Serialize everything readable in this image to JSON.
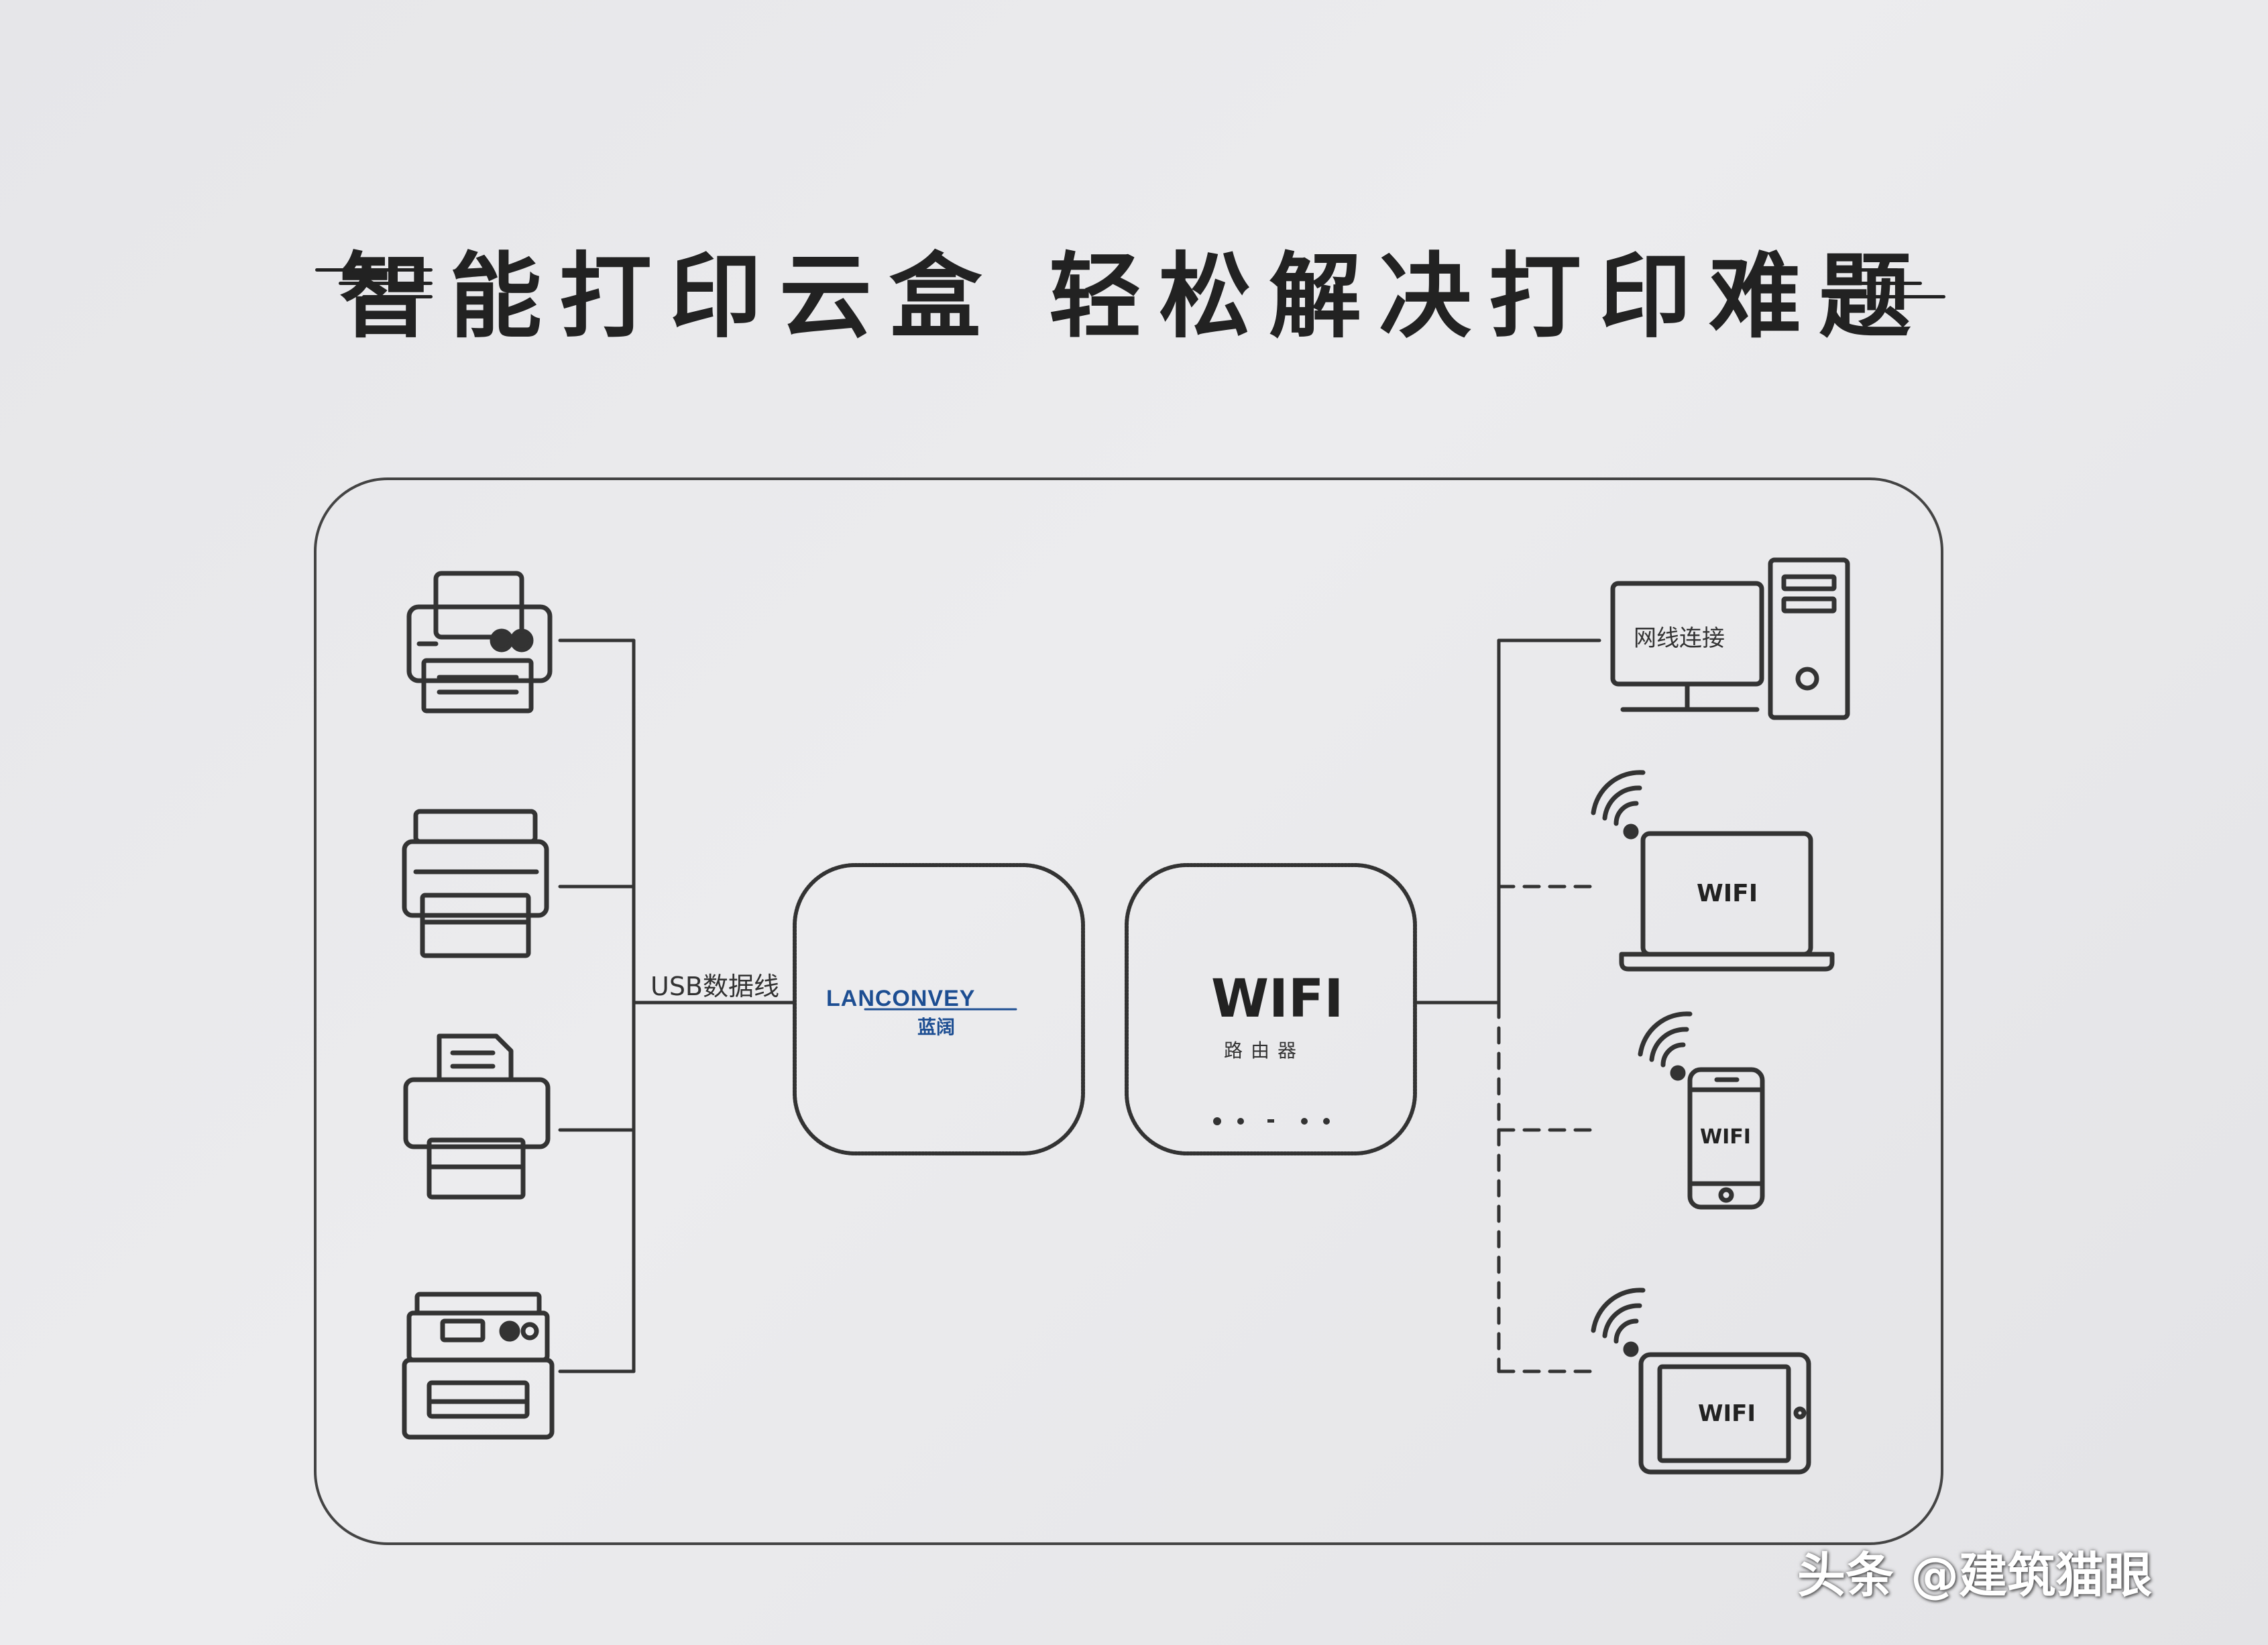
{
  "title": "智能打印云盒  轻松解决打印难题",
  "connections": {
    "usb_label": "USB数据线"
  },
  "cloud_box": {
    "brand": "LANCONVEY",
    "brand_sub": "蓝阔"
  },
  "router": {
    "title": "WIFI",
    "subtitle": "路由器"
  },
  "devices": {
    "pc_label": "网线连接",
    "laptop_label": "WIFI",
    "phone_label": "WIFI",
    "tablet_label": "WIFI"
  },
  "watermark": "头条 @建筑猫眼",
  "colors": {
    "brand_blue": "#1d4e92",
    "line": "#3a3a3a"
  }
}
